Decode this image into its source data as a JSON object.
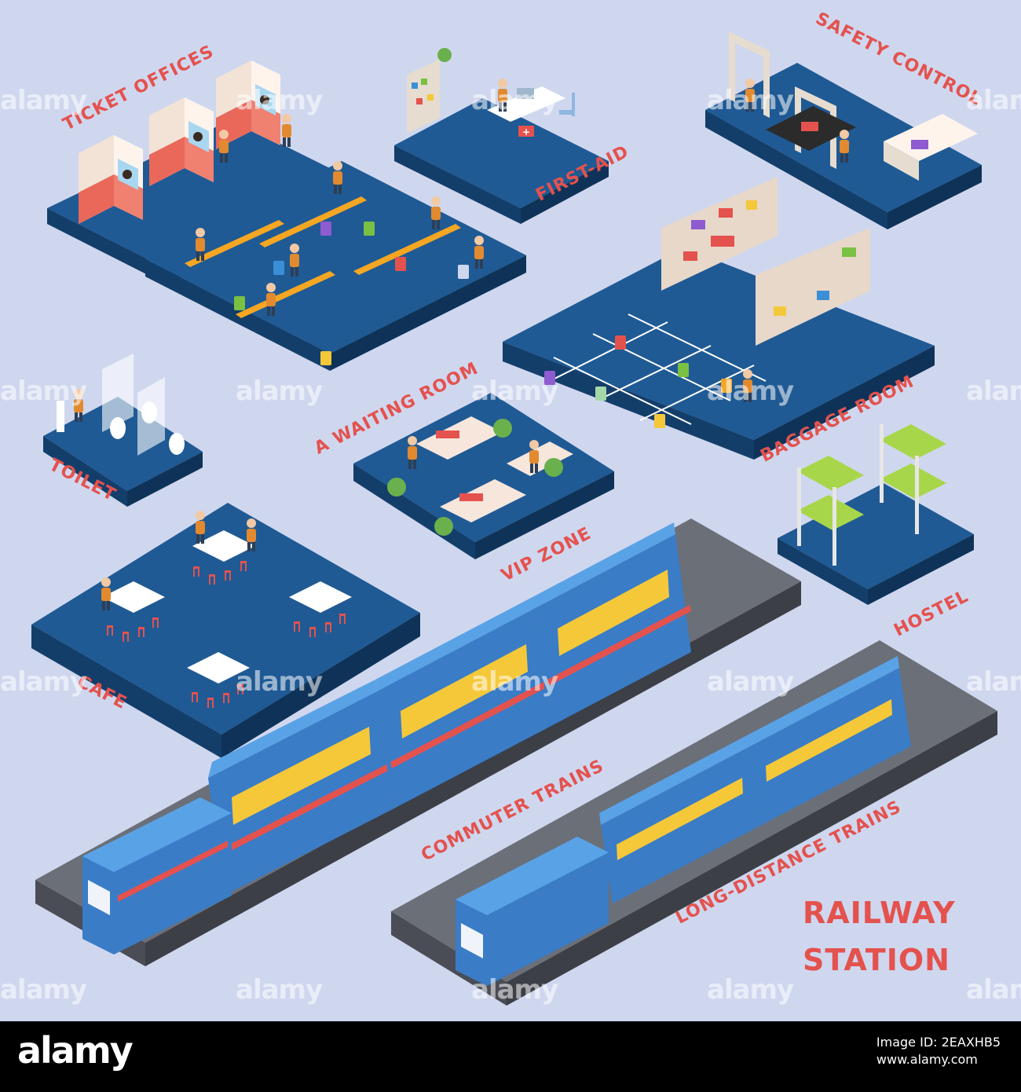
{
  "labels": {
    "ticket_offices": "TICKET OFFICES",
    "first_aid": "FIRST-AID",
    "safety_control": "SAFETY CONTROL",
    "waiting_room": "A WAITING ROOM",
    "baggage_room": "BAGGAGE ROOM",
    "toilet": "TOILET",
    "vip_zone": "VIP ZONE",
    "hostel": "HOSTEL",
    "cafe": "CAFE",
    "commuter_trains": "COMMUTER TRAINS",
    "long_distance_trains": "LONG-DISTANCE TRAINS"
  },
  "title": {
    "line1": "RAILWAY",
    "line2": "STATION"
  },
  "watermark": "alamy",
  "footer": {
    "logo": "alamy",
    "image_id_line": "Image ID: 2EAXHB5",
    "url": "www.alamy.com"
  },
  "colors": {
    "background": "#cfd7ef",
    "floor": "#1f5a94",
    "floor_side": "#143e6a",
    "accent_text": "#e4524e",
    "train_body": "#4a8ed8",
    "train_window": "#f5c83a"
  }
}
